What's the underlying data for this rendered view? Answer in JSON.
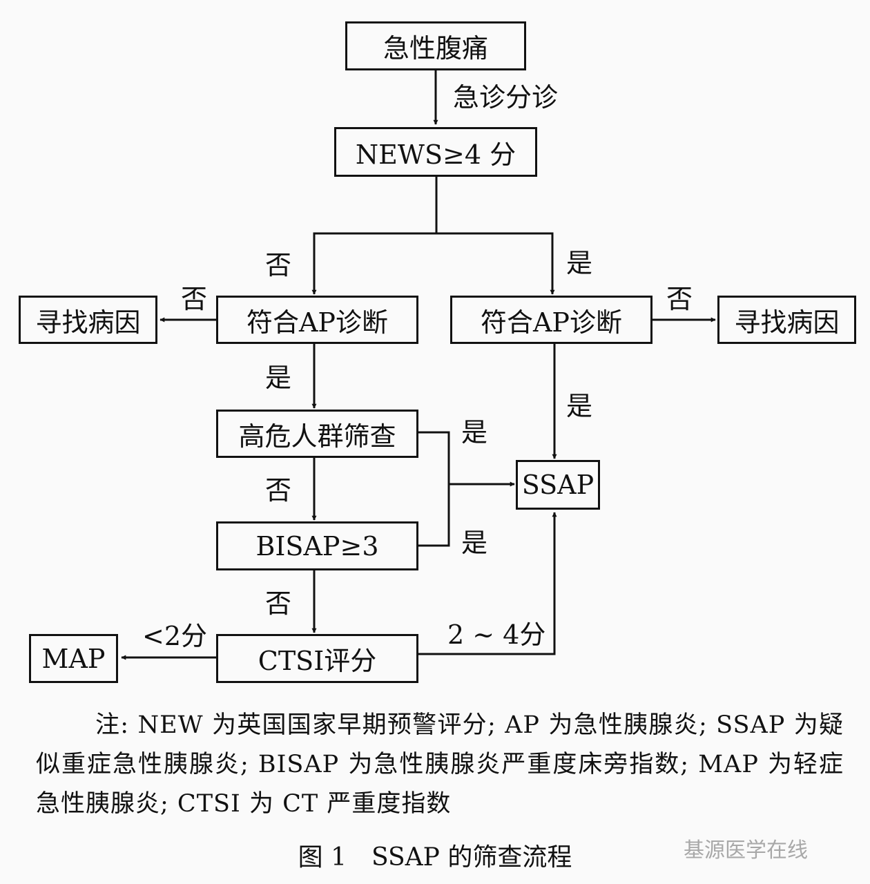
{
  "nodes": {
    "start": "急性腹痛",
    "news": "NEWS≥4 分",
    "ap_left": "符合AP诊断",
    "ap_right": "符合AP诊断",
    "cause_left": "寻找病因",
    "cause_right": "寻找病因",
    "high_risk": "高危人群筛查",
    "bisap": "BISAP≥3",
    "ctsi": "CTSI评分",
    "ssap": "SSAP",
    "map": "MAP"
  },
  "edges": {
    "triage": "急诊分诊",
    "news_no": "否",
    "news_yes": "是",
    "ap_left_no": "否",
    "ap_right_no": "否",
    "ap_left_yes": "是",
    "ap_right_yes": "是",
    "high_risk_yes": "是",
    "high_risk_no": "否",
    "bisap_yes": "是",
    "bisap_no": "否",
    "ctsi_low": "<2分",
    "ctsi_mid": "2 ~ 4分"
  },
  "note": "注: NEW 为英国国家早期预警评分; AP 为急性胰腺炎; SSAP 为疑似重症急性胰腺炎; BISAP 为急性胰腺炎严重度床旁指数; MAP 为轻症急性胰腺炎; CTSI 为 CT 严重度指数",
  "caption": "图 1　SSAP 的筛查流程",
  "watermark": "基源医学在线"
}
